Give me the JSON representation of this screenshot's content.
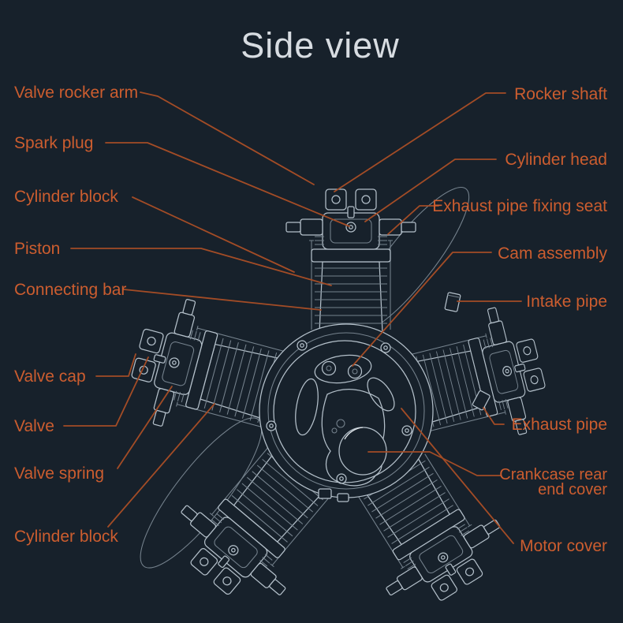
{
  "title": "Side view",
  "colors": {
    "background": "#17212b",
    "label_text": "#cc5d2f",
    "leader_line": "#a34c26",
    "line_art": "#b4c0ca",
    "line_art_dim": "#76838e",
    "line_art_bright": "#e2e8ec",
    "title_text": "#d7dce1"
  },
  "labels": {
    "left": [
      "Valve rocker arm",
      "Spark plug",
      "Cylinder block",
      "Piston",
      "Connecting bar",
      "Valve cap",
      "Valve",
      "Valve spring",
      "Cylinder block"
    ],
    "right": [
      "Rocker shaft",
      "Cylinder head",
      "Exhaust pipe fixing seat",
      "Cam assembly",
      "Intake pipe",
      "Exhaust pipe",
      "Crankcase rear end cover",
      "Motor cover"
    ]
  }
}
